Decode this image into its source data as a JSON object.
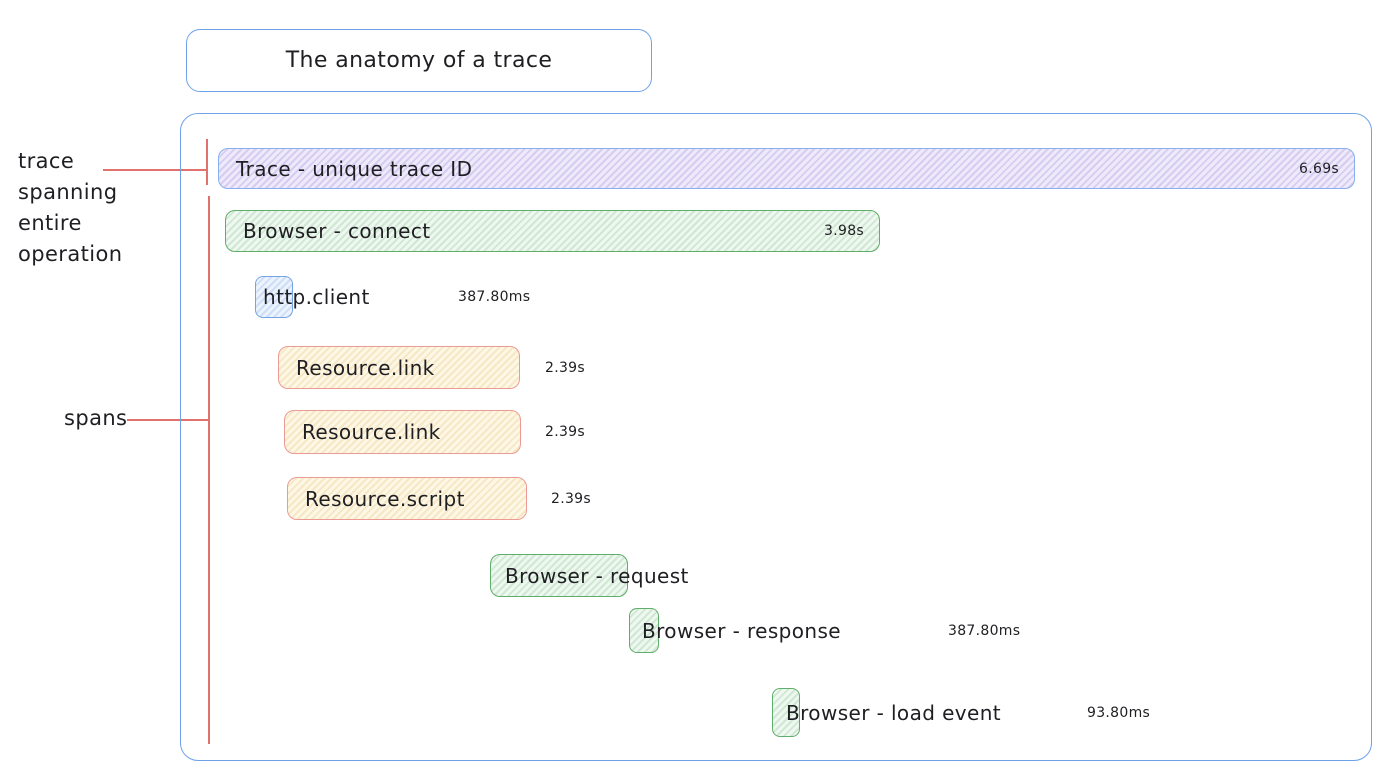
{
  "title": "The anatomy of a trace",
  "annotations": {
    "trace": {
      "lines": [
        "trace",
        "spanning",
        "entire",
        "operation"
      ]
    },
    "spans_label": "spans"
  },
  "spans": [
    {
      "label": "Trace - unique trace ID",
      "duration": "6.69s",
      "color": "lavender"
    },
    {
      "label": "Browser - connect",
      "duration": "3.98s",
      "color": "green"
    },
    {
      "label": "http.client",
      "duration": "387.80ms",
      "color": "blue"
    },
    {
      "label": "Resource.link",
      "duration": "2.39s",
      "color": "cream"
    },
    {
      "label": "Resource.link",
      "duration": "2.39s",
      "color": "cream"
    },
    {
      "label": "Resource.script",
      "duration": "2.39s",
      "color": "cream"
    },
    {
      "label": "Browser - request",
      "duration": "",
      "color": "green"
    },
    {
      "label": "Browser - response",
      "duration": "387.80ms",
      "color": "green"
    },
    {
      "label": "Browser - load event",
      "duration": "93.80ms",
      "color": "green"
    }
  ],
  "colors": {
    "container_border": "#6ea3ea",
    "trace_fill": "#efeafa",
    "trace_border": "#88aff1",
    "green_fill": "#eff8f0",
    "green_border": "#5fae6b",
    "blue_fill": "#ecf3fd",
    "blue_border": "#74a4e8",
    "yellow_fill": "#fdf7e6",
    "yellow_border": "#ec9b94",
    "annotation_line": "#e0716d",
    "text": "#1f1f23"
  }
}
